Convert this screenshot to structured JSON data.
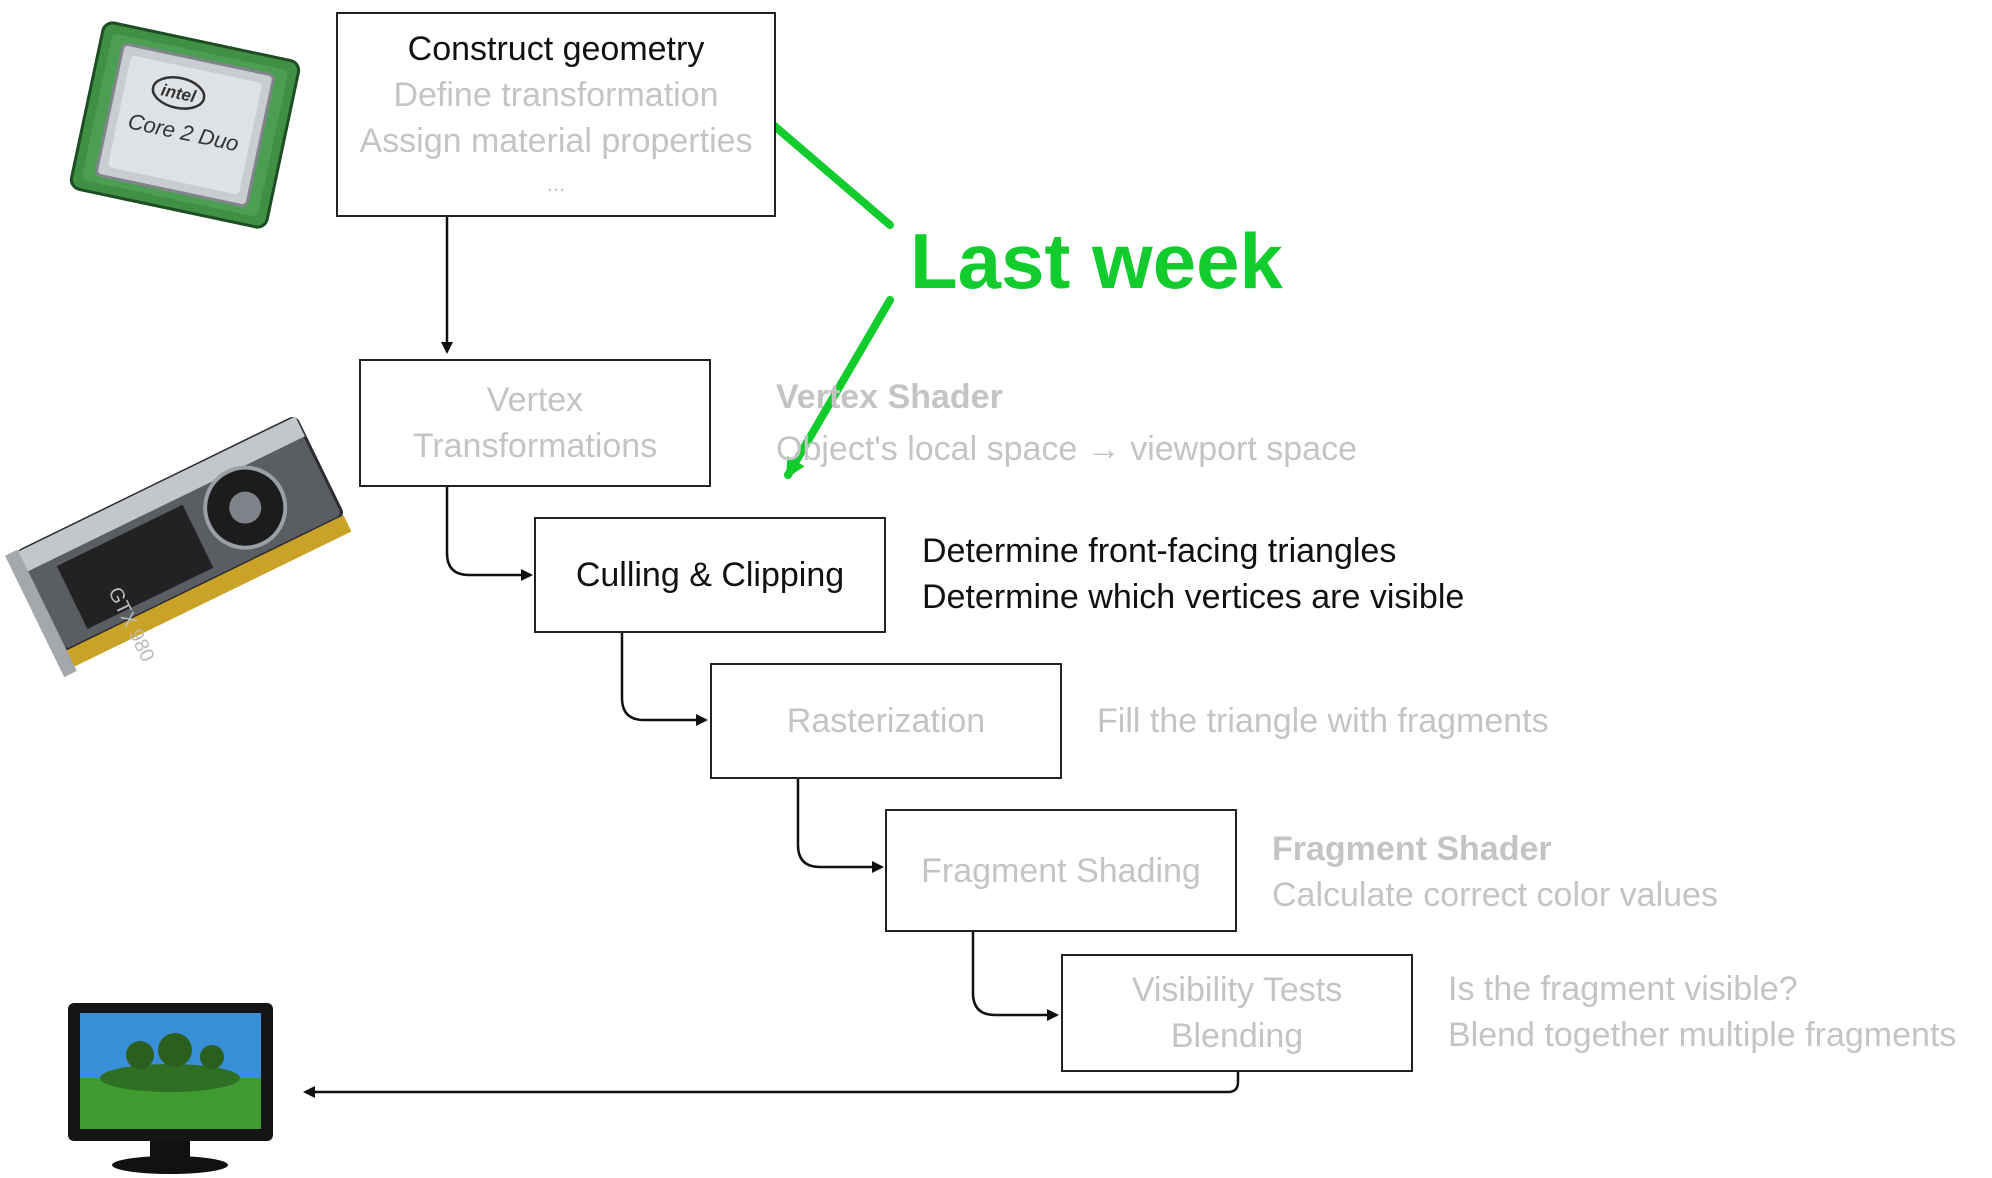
{
  "stages": {
    "application": {
      "lines": [
        "Construct geometry",
        "Define transformation",
        "Assign material properties",
        "..."
      ]
    },
    "vertex": {
      "lines": [
        "Vertex",
        "Transformations"
      ]
    },
    "culling": {
      "lines": [
        "Culling & Clipping"
      ]
    },
    "raster": {
      "lines": [
        "Rasterization"
      ]
    },
    "fragment": {
      "lines": [
        "Fragment Shading"
      ]
    },
    "visibility": {
      "lines": [
        "Visibility Tests",
        "Blending"
      ]
    }
  },
  "notes": {
    "vertex": {
      "title": "Vertex Shader",
      "text": "Object's local space → viewport space"
    },
    "culling": {
      "line1": "Determine front-facing triangles",
      "line2": "Determine which vertices are visible"
    },
    "raster": {
      "text": "Fill the triangle with fragments"
    },
    "fragment": {
      "title": "Fragment Shader",
      "text": "Calculate correct color values"
    },
    "visibility": {
      "line1": "Is the fragment visible?",
      "line2": "Blend together multiple fragments"
    }
  },
  "annotation": {
    "text": "Last week",
    "color": "#11cc2c"
  },
  "cpu_chip": {
    "brand": "intel",
    "model": "Core 2 Duo"
  },
  "gpu_card": {
    "model": "GTX 980"
  },
  "colors": {
    "active": "#111111",
    "faded": "#c4c4c4",
    "accent": "#11cc2c"
  }
}
